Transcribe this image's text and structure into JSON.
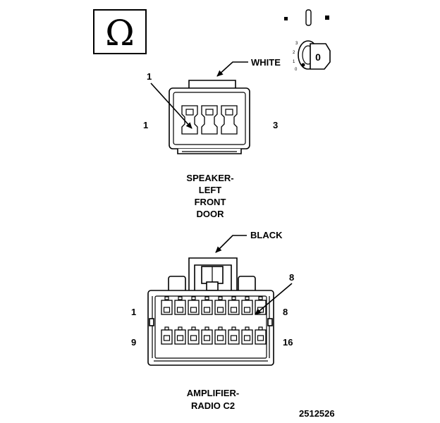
{
  "ohmmeter_symbol": "Ω",
  "ignition_key": {
    "key_letter": "0",
    "positions": [
      "3",
      "2",
      "1",
      "0"
    ]
  },
  "speaker_connector": {
    "color_label": "WHITE",
    "callout": "1",
    "pin_left": "1",
    "pin_right": "3",
    "name_lines": [
      "SPEAKER-",
      "LEFT",
      "FRONT",
      "DOOR"
    ]
  },
  "amplifier_connector": {
    "color_label": "BLACK",
    "callout": "8",
    "pin_top_left": "1",
    "pin_top_right": "8",
    "pin_bottom_left": "9",
    "pin_bottom_right": "16",
    "name_lines": [
      "AMPLIFIER-",
      "RADIO C2"
    ]
  },
  "figure_id": "2512526"
}
